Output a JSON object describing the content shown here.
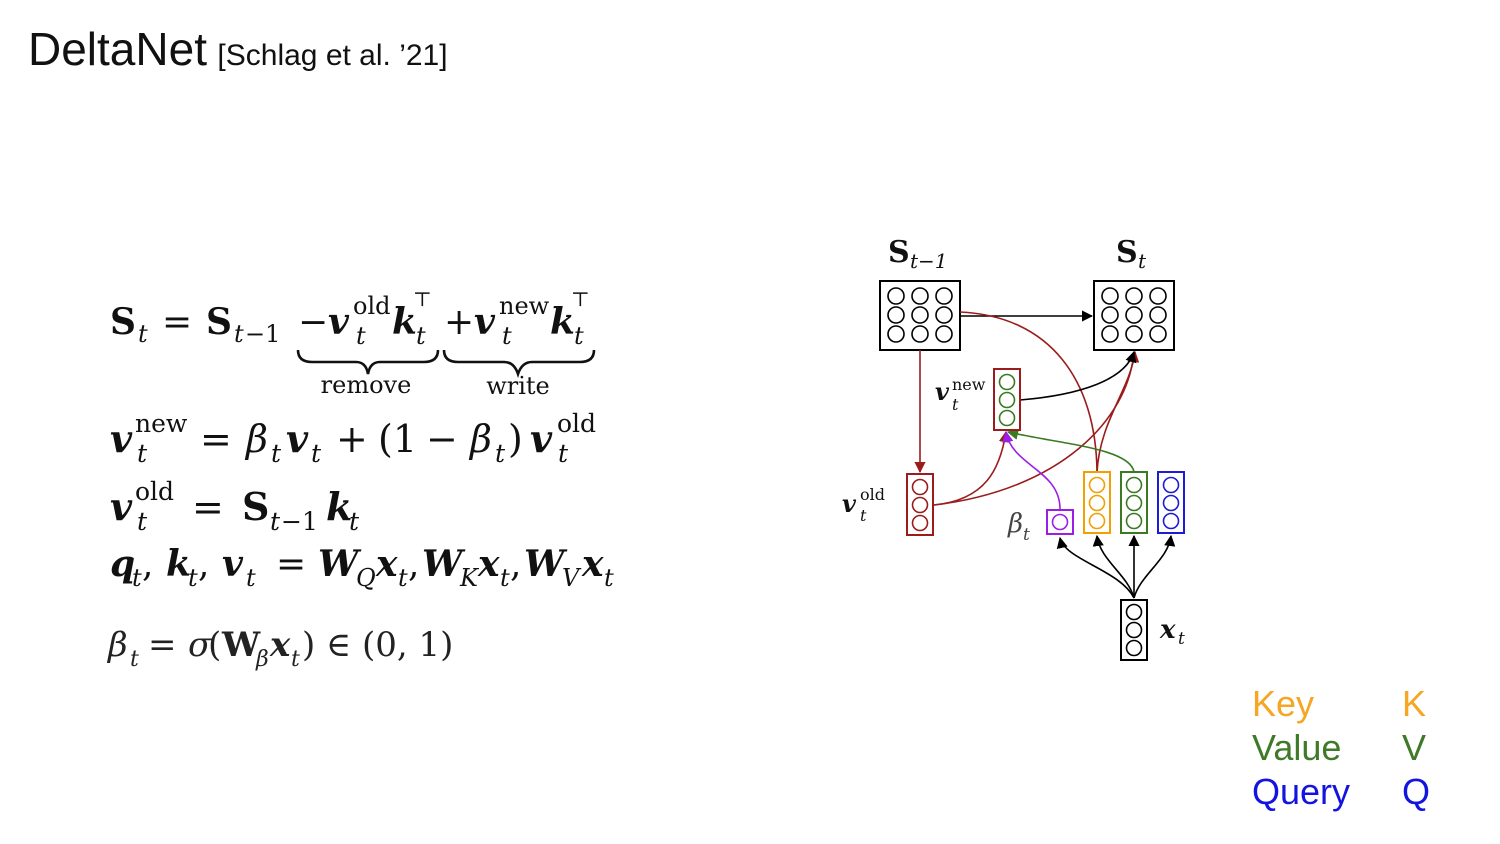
{
  "title": {
    "main": "DeltaNet",
    "citation": "[Schlag et al. ’21]"
  },
  "equations": {
    "brace_remove": "remove",
    "brace_write": "write"
  },
  "diagram": {
    "labels": {
      "s_prev": "S",
      "s_prev_sub": "t−1",
      "s_curr": "S",
      "s_curr_sub": "t",
      "v_new_base": "v",
      "v_new_sup": "new",
      "v_new_sub": "t",
      "v_old_base": "v",
      "v_old_sup": "old",
      "v_old_sub": "t",
      "beta_base": "β",
      "beta_sub": "t",
      "x_base": "x",
      "x_sub": "t"
    },
    "colors": {
      "black": "#000000",
      "dark_red": "#9b1c1c",
      "green": "#3a7a22",
      "orange": "#f0a000",
      "blue": "#1c1cd6",
      "purple": "#9b1ee6"
    }
  },
  "legend": [
    {
      "name": "Key",
      "abbr": "K",
      "color": "#f5a623"
    },
    {
      "name": "Value",
      "abbr": "V",
      "color": "#3e7a28"
    },
    {
      "name": "Query",
      "abbr": "Q",
      "color": "#1414e0"
    }
  ]
}
